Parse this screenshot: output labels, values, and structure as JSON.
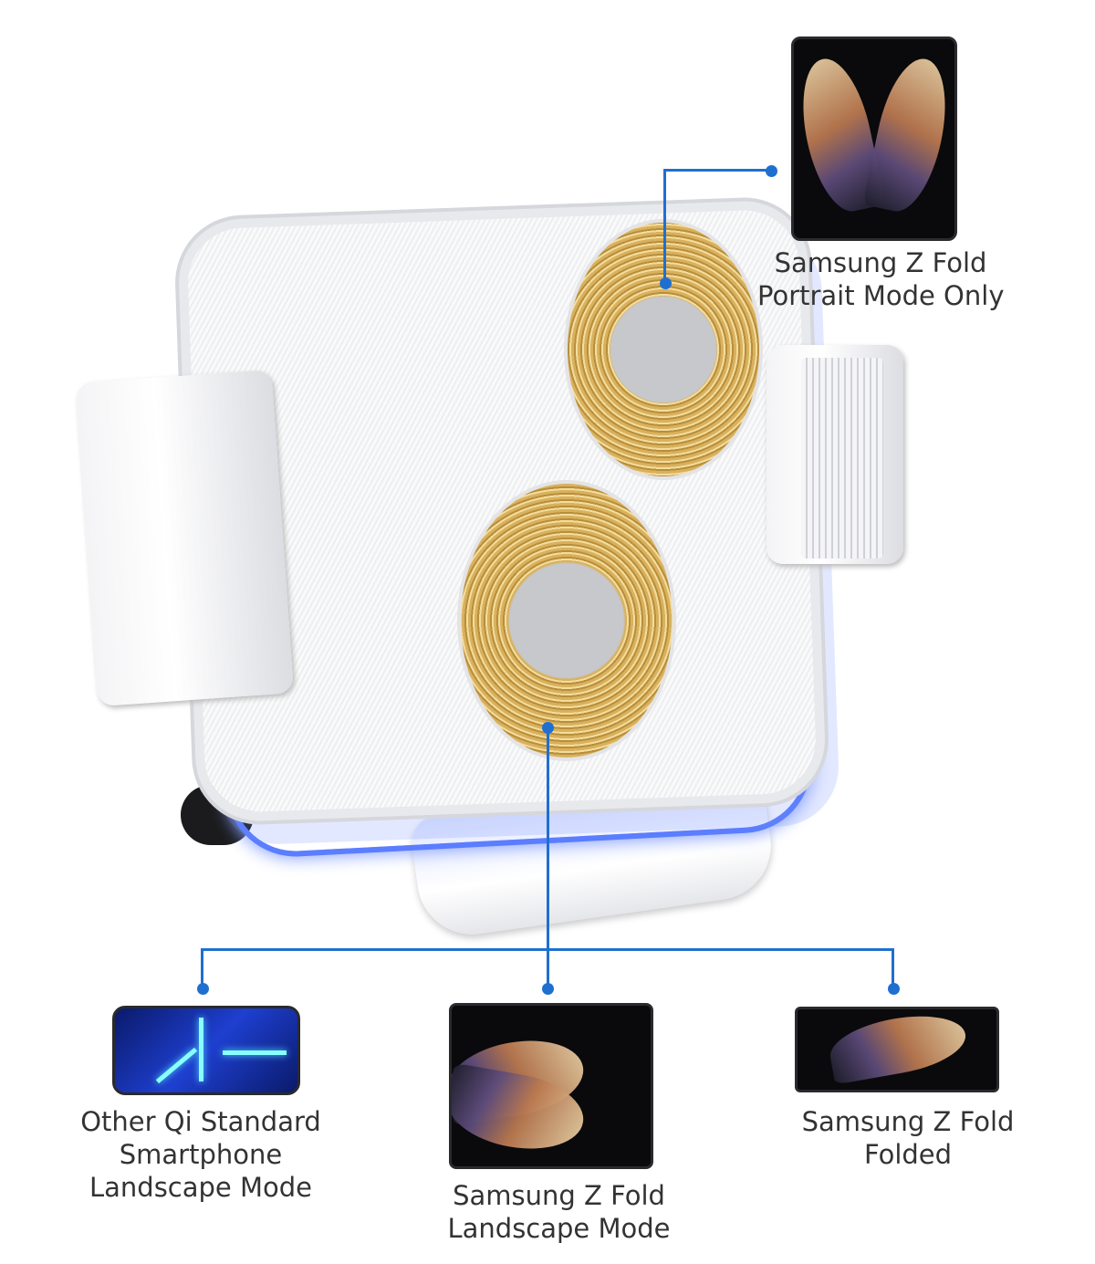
{
  "callouts": {
    "portrait": {
      "line1": "Samsung Z Fold",
      "line2": "Portrait Mode Only"
    },
    "qi_landscape": {
      "line1": "Other Qi Standard",
      "line2": "Smartphone",
      "line3": "Landscape Mode"
    },
    "fold_landscape": {
      "line1": "Samsung Z Fold",
      "line2": "Landscape Mode"
    },
    "fold_folded": {
      "line1": "Samsung Z Fold",
      "line2": "Folded"
    }
  },
  "colors": {
    "connector": "#1f6fd1",
    "coil": "#d9b15e",
    "glow": "#4a6cff"
  }
}
